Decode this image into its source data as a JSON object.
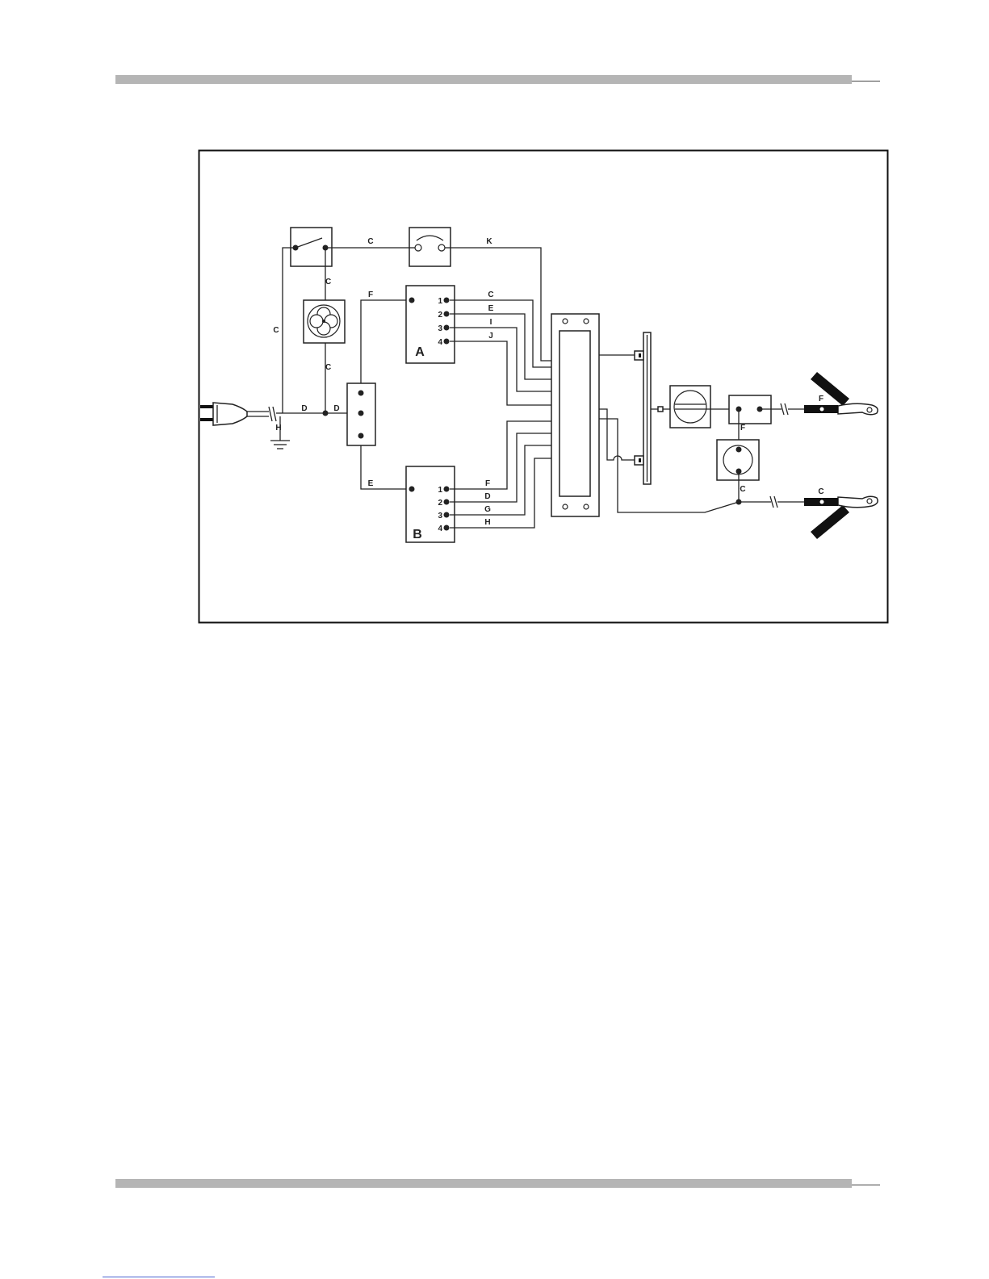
{
  "colors": {
    "ink": "#222222",
    "rule": "#b5b5b5",
    "underline": "#4a63d0"
  },
  "diagram": {
    "box_a": {
      "label": "A",
      "terminals": [
        "1",
        "2",
        "3",
        "4"
      ]
    },
    "box_b": {
      "label": "B",
      "terminals": [
        "1",
        "2",
        "3",
        "4"
      ]
    },
    "wire_labels": {
      "switch_to_breaker": "C",
      "breaker_to_transformer": "K",
      "switch_to_fan": "C",
      "fan_to_junction": "C",
      "plug_to_switch": "C",
      "plug_to_junction": "D",
      "junction_to_block": "D",
      "ground": "H",
      "block_to_box_a": "F",
      "block_to_box_b": "E",
      "box_a_1": "C",
      "box_a_2": "E",
      "box_a_3": "I",
      "box_a_4": "J",
      "box_b_1": "F",
      "box_b_2": "D",
      "box_b_3": "G",
      "box_b_4": "H",
      "block2_to_thermal": "F",
      "thermal_to_junction": "C",
      "positive_clamp": "F",
      "negative_clamp": "C"
    }
  }
}
